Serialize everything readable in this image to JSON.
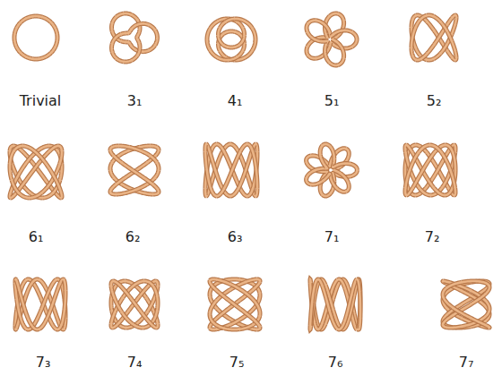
{
  "diagram": {
    "labels": [
      "Trivial",
      "3₁",
      "4₁",
      "5₁",
      "5₂",
      "6₁",
      "6₂",
      "6₃",
      "7₁",
      "7₂",
      "7₃",
      "7₄",
      "7₅",
      "7₆",
      "7₇"
    ]
  }
}
